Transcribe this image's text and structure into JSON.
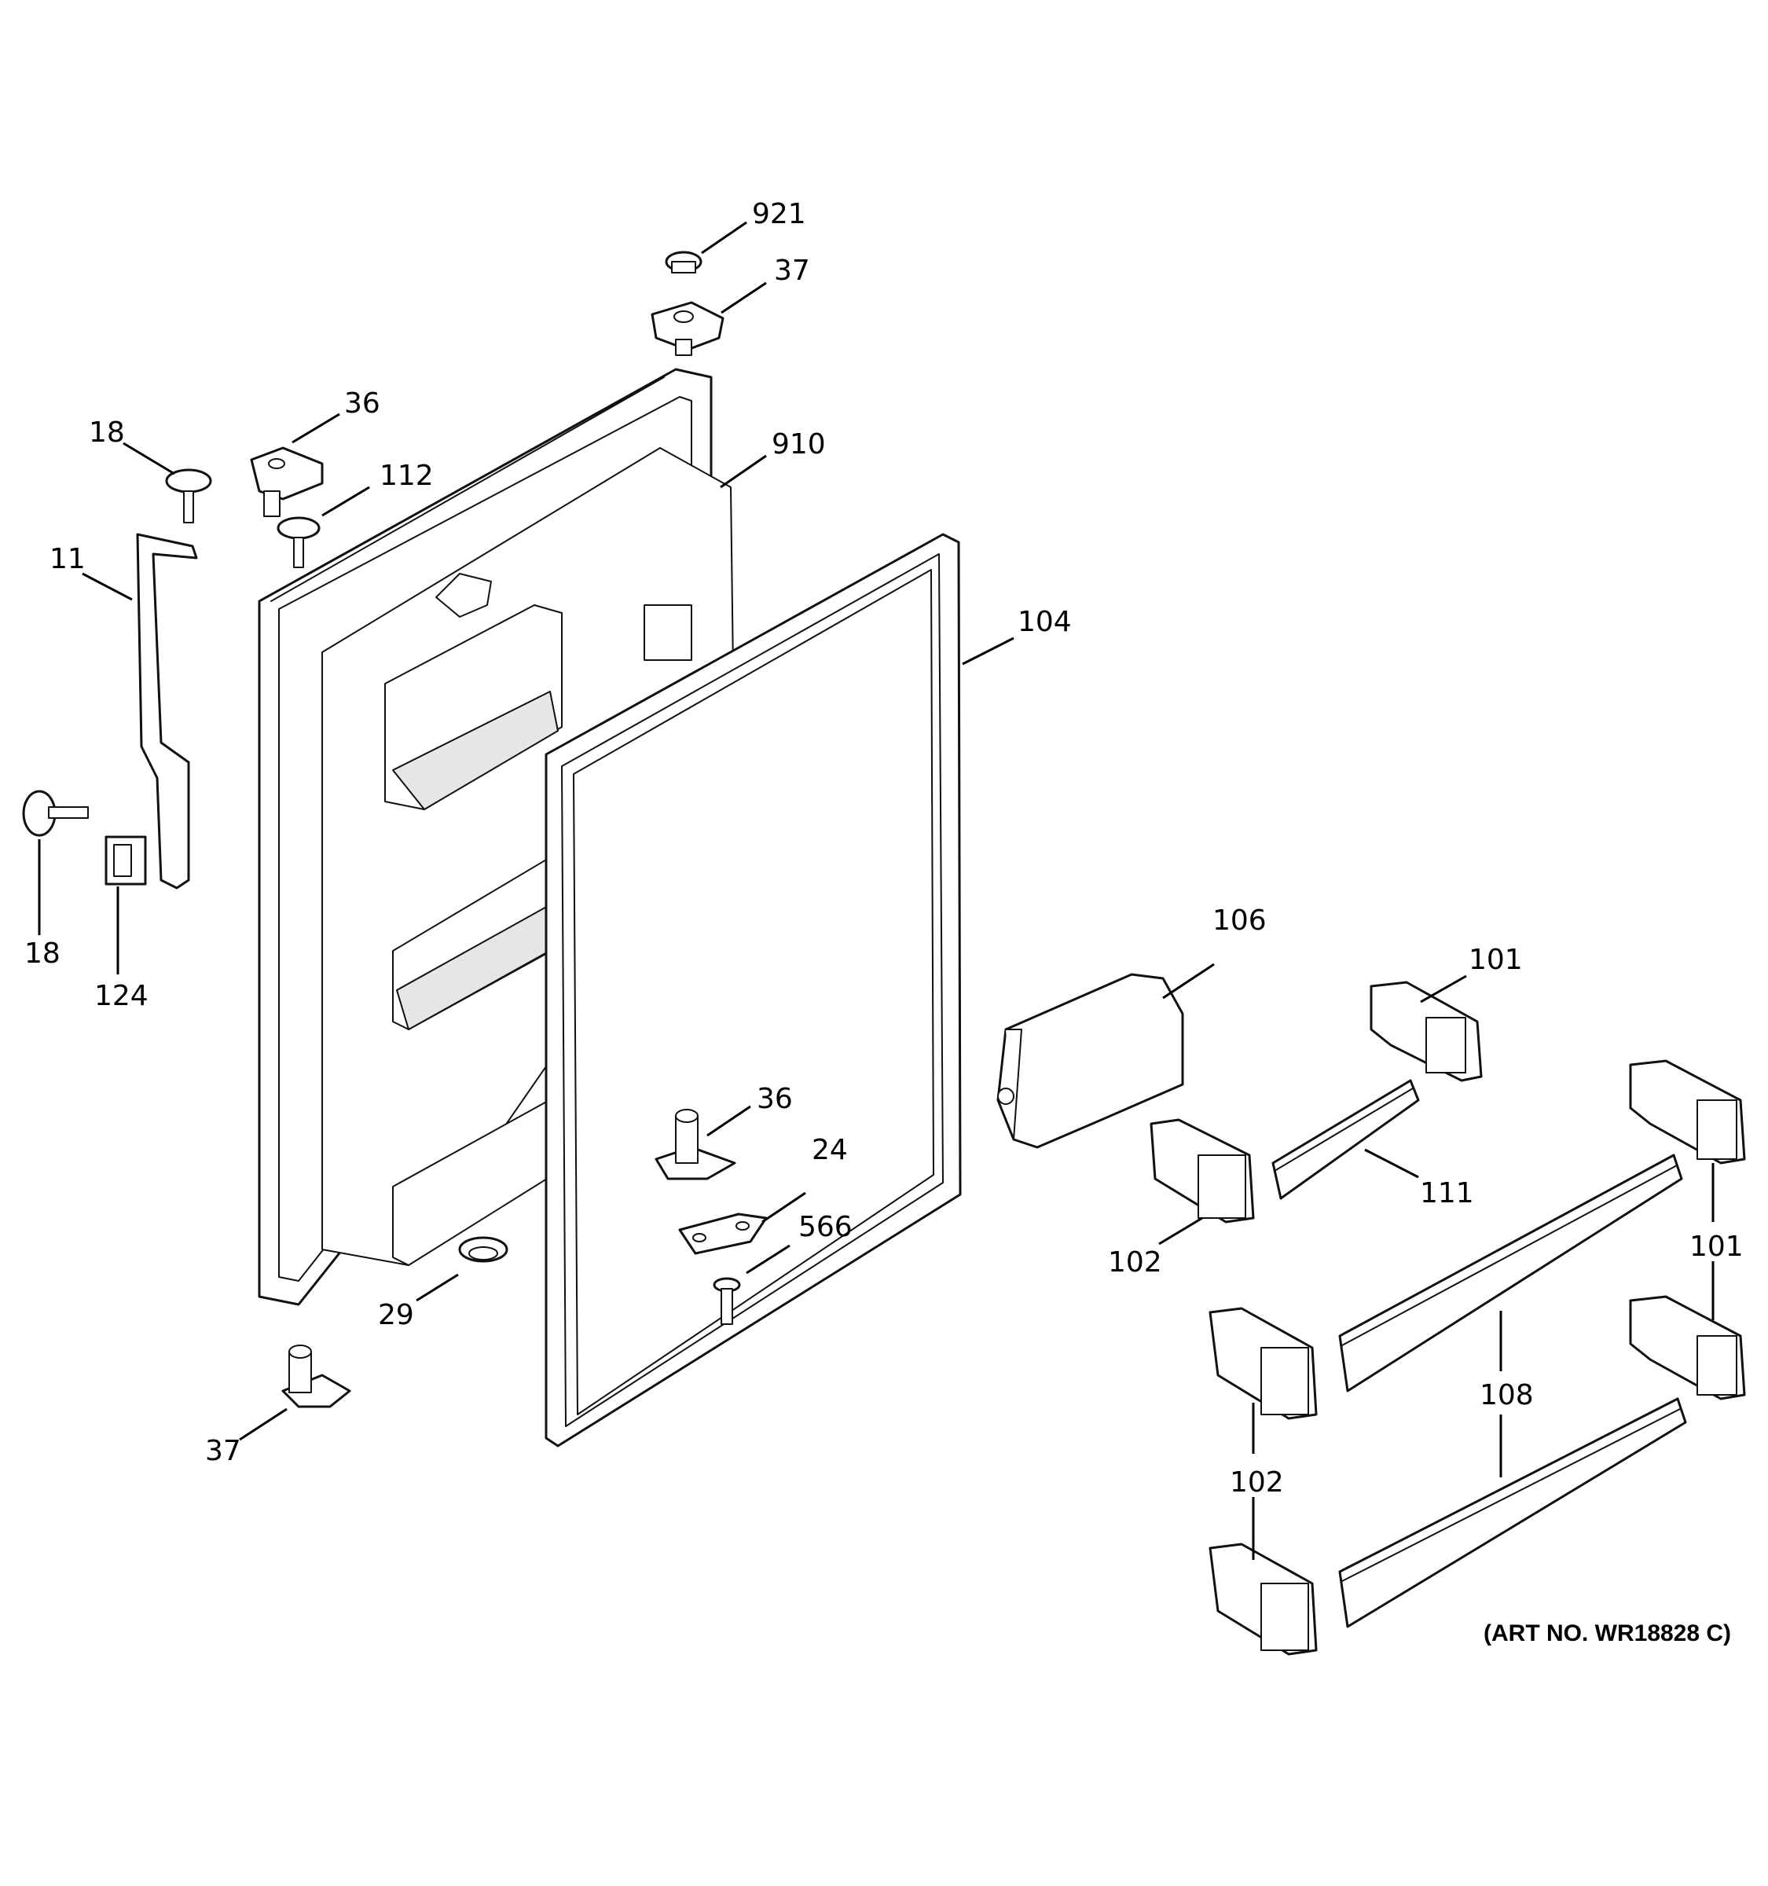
{
  "diagram": {
    "art_number": "(ART NO. WR18828 C)",
    "callouts": [
      {
        "id": "c-921",
        "text": "921"
      },
      {
        "id": "c-37-top",
        "text": "37"
      },
      {
        "id": "c-36-top",
        "text": "36"
      },
      {
        "id": "c-18-top",
        "text": "18"
      },
      {
        "id": "c-112",
        "text": "112"
      },
      {
        "id": "c-910",
        "text": "910"
      },
      {
        "id": "c-11",
        "text": "11"
      },
      {
        "id": "c-104",
        "text": "104"
      },
      {
        "id": "c-18-bottom",
        "text": "18"
      },
      {
        "id": "c-124",
        "text": "124"
      },
      {
        "id": "c-106",
        "text": "106"
      },
      {
        "id": "c-101-top",
        "text": "101"
      },
      {
        "id": "c-36-bottom",
        "text": "36"
      },
      {
        "id": "c-24",
        "text": "24"
      },
      {
        "id": "c-111",
        "text": "111"
      },
      {
        "id": "c-566",
        "text": "566"
      },
      {
        "id": "c-102-top",
        "text": "102"
      },
      {
        "id": "c-29",
        "text": "29"
      },
      {
        "id": "c-101-right",
        "text": "101"
      },
      {
        "id": "c-37-bottom",
        "text": "37"
      },
      {
        "id": "c-108",
        "text": "108"
      },
      {
        "id": "c-102-bottom",
        "text": "102"
      }
    ]
  }
}
